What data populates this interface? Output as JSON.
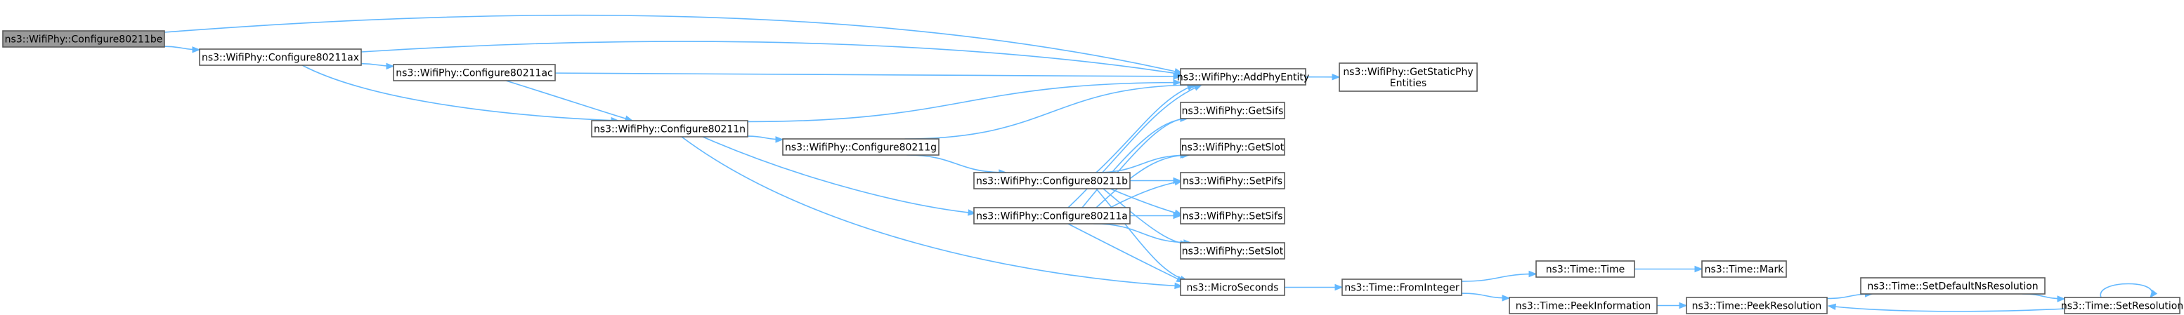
{
  "graph": {
    "nodes": [
      {
        "id": "cfg_be",
        "lines": [
          "ns3::WifiPhy::Configure80211be"
        ],
        "root": true
      },
      {
        "id": "cfg_ax",
        "lines": [
          "ns3::WifiPhy::Configure80211ax"
        ]
      },
      {
        "id": "cfg_ac",
        "lines": [
          "ns3::WifiPhy::Configure80211ac"
        ]
      },
      {
        "id": "cfg_n",
        "lines": [
          "ns3::WifiPhy::Configure80211n"
        ]
      },
      {
        "id": "cfg_g",
        "lines": [
          "ns3::WifiPhy::Configure80211g"
        ]
      },
      {
        "id": "cfg_b",
        "lines": [
          "ns3::WifiPhy::Configure80211b"
        ]
      },
      {
        "id": "cfg_a",
        "lines": [
          "ns3::WifiPhy::Configure80211a"
        ]
      },
      {
        "id": "add_phy",
        "lines": [
          "ns3::WifiPhy::AddPhyEntity"
        ]
      },
      {
        "id": "static_phy",
        "lines": [
          "ns3::WifiPhy::GetStaticPhy",
          "Entities"
        ]
      },
      {
        "id": "get_sifs",
        "lines": [
          "ns3::WifiPhy::GetSifs"
        ]
      },
      {
        "id": "get_slot",
        "lines": [
          "ns3::WifiPhy::GetSlot"
        ]
      },
      {
        "id": "set_pifs",
        "lines": [
          "ns3::WifiPhy::SetPifs"
        ]
      },
      {
        "id": "set_sifs",
        "lines": [
          "ns3::WifiPhy::SetSifs"
        ]
      },
      {
        "id": "set_slot",
        "lines": [
          "ns3::WifiPhy::SetSlot"
        ]
      },
      {
        "id": "micro",
        "lines": [
          "ns3::MicroSeconds"
        ]
      },
      {
        "id": "from_int",
        "lines": [
          "ns3::Time::FromInteger"
        ]
      },
      {
        "id": "time",
        "lines": [
          "ns3::Time::Time"
        ]
      },
      {
        "id": "mark",
        "lines": [
          "ns3::Time::Mark"
        ]
      },
      {
        "id": "peek_info",
        "lines": [
          "ns3::Time::PeekInformation"
        ]
      },
      {
        "id": "peek_res",
        "lines": [
          "ns3::Time::PeekResolution"
        ]
      },
      {
        "id": "set_default",
        "lines": [
          "ns3::Time::SetDefaultNsResolution"
        ]
      },
      {
        "id": "set_res",
        "lines": [
          "ns3::Time::SetResolution"
        ]
      }
    ],
    "edges": [
      {
        "from": "cfg_be",
        "to": "cfg_ax"
      },
      {
        "from": "cfg_be",
        "to": "add_phy"
      },
      {
        "from": "cfg_ax",
        "to": "cfg_ac"
      },
      {
        "from": "cfg_ax",
        "to": "add_phy"
      },
      {
        "from": "cfg_ax",
        "to": "cfg_n"
      },
      {
        "from": "cfg_ac",
        "to": "add_phy"
      },
      {
        "from": "cfg_ac",
        "to": "cfg_n"
      },
      {
        "from": "cfg_n",
        "to": "add_phy"
      },
      {
        "from": "cfg_n",
        "to": "cfg_g"
      },
      {
        "from": "cfg_n",
        "to": "cfg_a"
      },
      {
        "from": "cfg_n",
        "to": "micro"
      },
      {
        "from": "cfg_g",
        "to": "add_phy"
      },
      {
        "from": "cfg_g",
        "to": "cfg_b"
      },
      {
        "from": "cfg_b",
        "to": "add_phy"
      },
      {
        "from": "cfg_b",
        "to": "get_sifs"
      },
      {
        "from": "cfg_b",
        "to": "get_slot"
      },
      {
        "from": "cfg_b",
        "to": "set_pifs"
      },
      {
        "from": "cfg_b",
        "to": "set_sifs"
      },
      {
        "from": "cfg_b",
        "to": "set_slot"
      },
      {
        "from": "cfg_b",
        "to": "micro"
      },
      {
        "from": "cfg_a",
        "to": "add_phy"
      },
      {
        "from": "cfg_a",
        "to": "get_sifs"
      },
      {
        "from": "cfg_a",
        "to": "get_slot"
      },
      {
        "from": "cfg_a",
        "to": "set_pifs"
      },
      {
        "from": "cfg_a",
        "to": "set_sifs"
      },
      {
        "from": "cfg_a",
        "to": "set_slot"
      },
      {
        "from": "cfg_a",
        "to": "micro"
      },
      {
        "from": "add_phy",
        "to": "static_phy"
      },
      {
        "from": "micro",
        "to": "from_int"
      },
      {
        "from": "from_int",
        "to": "time"
      },
      {
        "from": "from_int",
        "to": "peek_info"
      },
      {
        "from": "time",
        "to": "mark"
      },
      {
        "from": "peek_info",
        "to": "peek_res"
      },
      {
        "from": "peek_res",
        "to": "set_default"
      },
      {
        "from": "set_default",
        "to": "set_res"
      },
      {
        "from": "set_res",
        "to": "peek_res"
      },
      {
        "from": "set_res",
        "to": "set_res"
      }
    ],
    "colors": {
      "edge": "#63b8ff",
      "node_border": "#5a5a5a",
      "root_fill": "#999999",
      "node_fill": "#ffffff"
    }
  }
}
